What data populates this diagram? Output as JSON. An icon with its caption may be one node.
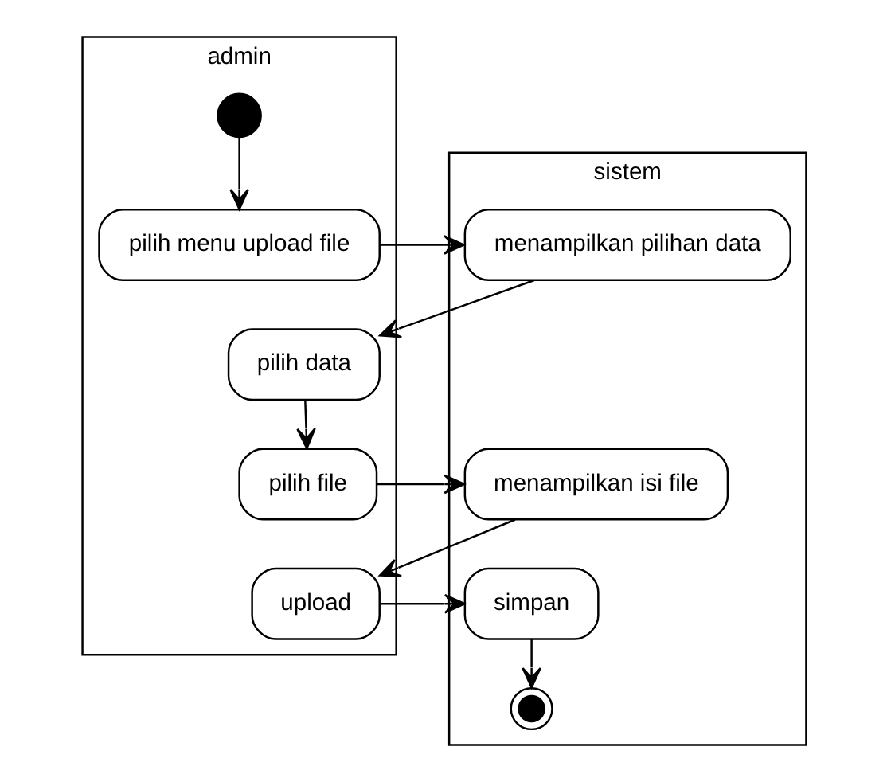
{
  "diagram": {
    "nodes": [
      {
        "text": [
          "admin"
        ]
      },
      {
        "text": [
          "sistem"
        ]
      },
      {
        "text": [],
        "shape": "circle",
        "in": 0
      },
      {
        "text": [
          "pilih menu upload file"
        ],
        "in": 0
      },
      {
        "text": [
          "menampilkan pilihan data"
        ],
        "in": 1
      },
      {
        "text": [
          "pilih data"
        ],
        "in": 0
      },
      {
        "text": [
          "pilih file"
        ],
        "in": 0
      },
      {
        "text": [
          "menampilkan isi file"
        ],
        "in": 1
      },
      {
        "text": [
          "upload"
        ],
        "in": 0
      },
      {
        "text": [
          "simpan"
        ],
        "in": 1
      },
      {
        "text": [],
        "shape": "circle",
        "in": 1
      }
    ],
    "edges": [
      {
        "from": 2,
        "to": 3,
        "arrow": "to"
      },
      {
        "from": 3,
        "to": 4,
        "arrow": "to"
      },
      {
        "from": 4,
        "to": 5,
        "arrow": "to"
      },
      {
        "from": 5,
        "to": 6,
        "arrow": "to"
      },
      {
        "from": 6,
        "to": 7,
        "arrow": "to"
      },
      {
        "from": 7,
        "to": 8,
        "arrow": "to"
      },
      {
        "from": 8,
        "to": 9,
        "arrow": "to"
      },
      {
        "from": 9,
        "to": 10,
        "arrow": "to"
      }
    ]
  }
}
